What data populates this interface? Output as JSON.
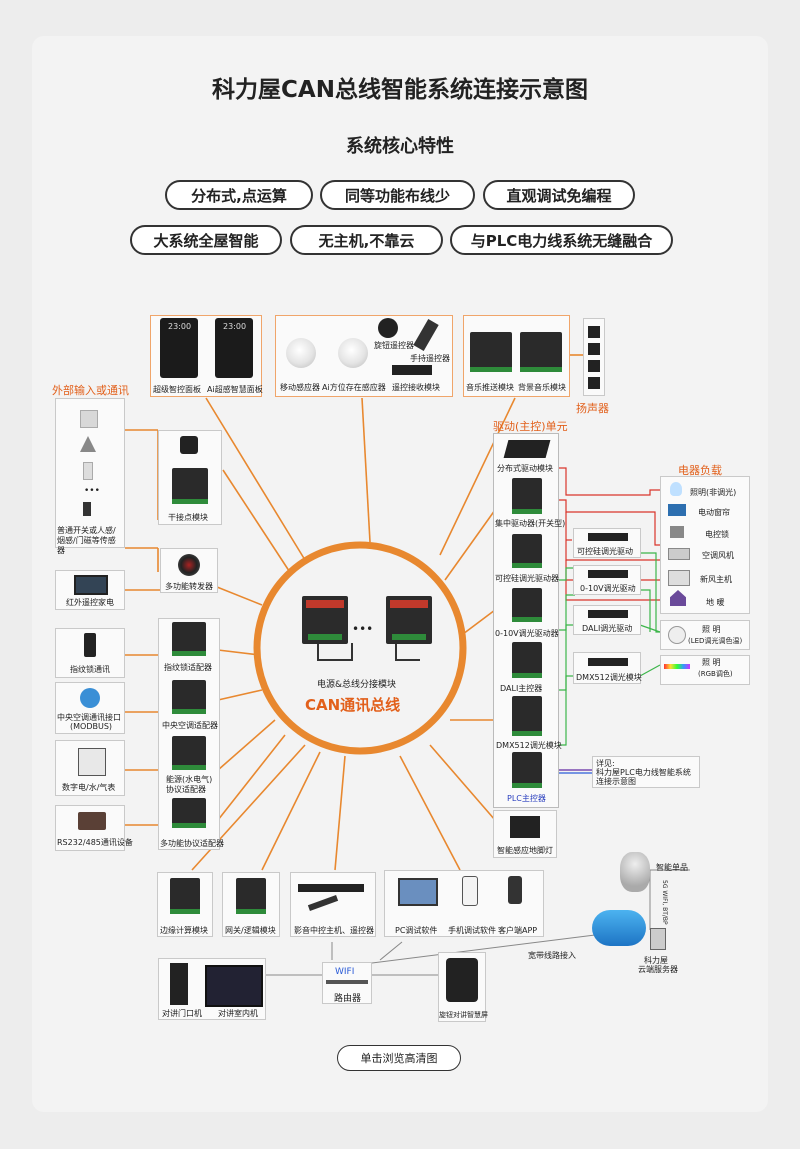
{
  "title": "科力屋CAN总线智能系统连接示意图",
  "subtitle": "系统核心特性",
  "features_row1": [
    "分布式,点运算",
    "同等功能布线少",
    "直观调试免编程"
  ],
  "features_row2": [
    "大系统全屋智能",
    "无主机,不靠云",
    "与PLC电力线系统无缝融合"
  ],
  "center": {
    "bus_label": "CAN通讯总线",
    "module_label": "电源&总线分接模块",
    "ellipsis": "•••"
  },
  "top_group1": {
    "panel1": "超级智控面板",
    "panel2": "Ai超感智慧面板",
    "time": "23:00"
  },
  "top_group2": {
    "motion": "移动感应器",
    "presence": "Ai方位存在感应器",
    "knob": "旋钮遥控器",
    "handheld": "手持遥控器",
    "receiver": "遥控接收模块"
  },
  "top_group3": {
    "music_push": "音乐推送模块",
    "bg_music": "背景音乐模块",
    "speaker": "扬声器"
  },
  "left_group": {
    "title": "外部输入或通讯",
    "sensors": "普通开关或人感/烟感/门磁等传感器",
    "dry_contact": "干接点模块",
    "ir_forwarder": "多功能转发器",
    "ir_device": "红外遥控家电",
    "fingerprint_dev": "指纹锁通讯",
    "fingerprint_adapter": "指纹锁适配器",
    "ac_dev": "中央空调通讯接口",
    "ac_dev2": "(MODBUS)",
    "ac_adapter": "中央空调适配器",
    "meter_dev": "数字电/水/气表",
    "energy_adapter": "能源(水电气)",
    "energy_adapter2": "协议适配器",
    "rs232_dev": "RS232/485通讯设备",
    "multi_adapter": "多功能协议适配器"
  },
  "right_group": {
    "title": "驱动(主控)单元",
    "distributed": "分布式驱动模块",
    "central": "集中驱动器(开关型)",
    "scr": "可控硅调光驱动器",
    "v010": "0-10V调光驱动器",
    "dali": "DALI主控器",
    "dmx": "DMX512调光模块",
    "plc": "PLC主控器",
    "footlight": "智能感应地脚灯",
    "scr_drv": "可控硅调光驱动",
    "v010_drv": "0-10V调光驱动",
    "dali_drv": "DALI调光驱动",
    "dmx_drv": "DMX512调光模块",
    "plc_note": "详见:",
    "plc_note2": "科力屋PLC电力线智能系统",
    "plc_note3": "连接示意图"
  },
  "loads": {
    "title": "电器负载",
    "lighting": "照明(非调光)",
    "curtain": "电动窗帘",
    "lock": "电控锁",
    "fan": "空调风机",
    "fresh": "新风主机",
    "heating": "地  暖",
    "led": "照  明",
    "led2": "(LED调光调色温)",
    "rgb": "照  明",
    "rgb2": "(RGB调色)"
  },
  "bottom": {
    "edge": "边缘计算模块",
    "gateway": "网关/逻辑模块",
    "av": "影音中控主机、遥控器",
    "pc": "PC调试软件",
    "mobile": "手机调试软件",
    "app": "客户端APP",
    "wifi": "WIFI",
    "router": "路由器",
    "door": "对讲门口机",
    "indoor": "对讲室内机",
    "screen": "旋钮对讲智慧屏",
    "broadband": "宽带线路接入",
    "cloud1": "科力屋",
    "cloud2": "云端服务器",
    "smart_item": "智能单品",
    "wifi_bt": "5G WIFI, BT/BP"
  },
  "footer": "单击浏览高清图",
  "colors": {
    "accent": "#e2601b",
    "bus": "#e8882f",
    "line_red": "#d9342b",
    "line_green": "#3cb54a",
    "line_purple": "#7b4ab0",
    "line_blue": "#2a5bd7"
  }
}
